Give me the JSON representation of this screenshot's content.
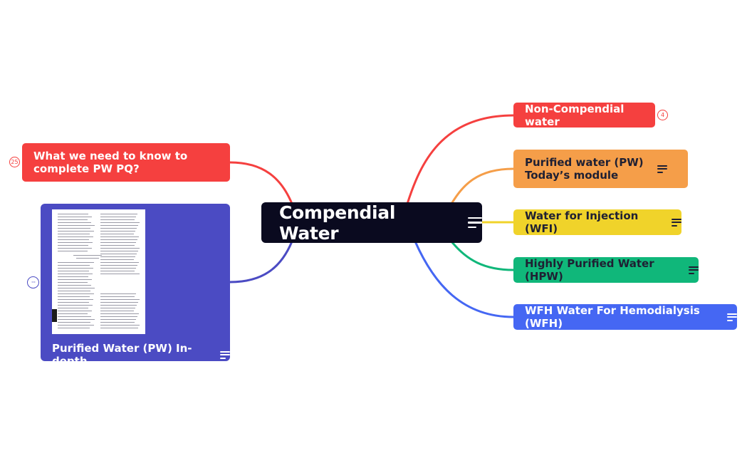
{
  "map": {
    "root": {
      "label": "Compendial Water",
      "icon": "notes-icon"
    },
    "topics": {
      "noncomp": {
        "label": "Non-Compendial water",
        "badge": "4",
        "color": "#f5403f"
      },
      "pw": {
        "line1": "Purified water (PW)",
        "line2": "Today’s module",
        "icon": "notes-icon",
        "color": "#f59e49"
      },
      "wfi": {
        "label": "Water for Injection (WFI)",
        "icon": "notes-icon",
        "color": "#f0d32a"
      },
      "hpw": {
        "label": "Highly Purified Water (HPW)",
        "icon": "notes-icon",
        "color": "#10b77a"
      },
      "wfh": {
        "label": "WFH Water For Hemodialysis (WFH)",
        "icon": "notes-icon",
        "color": "#4567f3"
      },
      "know": {
        "label": "What we need to know to complete PW PQ?",
        "badge": "25",
        "color": "#f5403f"
      },
      "indepth": {
        "label": "Purified Water (PW) In-depth",
        "icon": "notes-icon",
        "badge": "···",
        "image": "document-thumbnail",
        "color": "#4b4bc3"
      }
    }
  }
}
